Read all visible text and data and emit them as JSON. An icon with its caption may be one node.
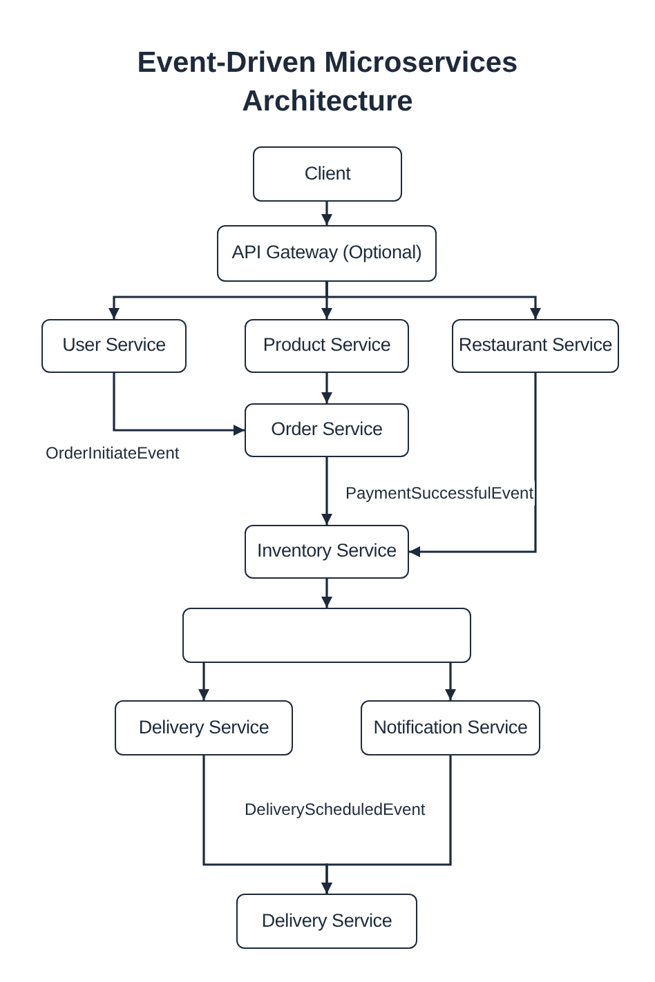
{
  "diagram": {
    "title": "Event-Driven Microservices Architecture",
    "nodes": [
      {
        "text": [
          "Client"
        ]
      },
      {
        "text": [
          "API Gateway (Optional)"
        ]
      },
      {
        "text": [
          "User Service"
        ]
      },
      {
        "text": [
          "Product Service"
        ]
      },
      {
        "text": [
          "Restaurant Service"
        ]
      },
      {
        "text": [
          "Order Service"
        ]
      },
      {
        "text": [
          "Inventory Service"
        ]
      },
      {
        "text": [],
        "shape": "box"
      },
      {
        "text": [
          "Delivery Service"
        ]
      },
      {
        "text": [
          "Notification Service"
        ]
      },
      {
        "text": [
          "Delivery Service"
        ]
      }
    ],
    "edges": [
      {
        "from": 0,
        "to": 1,
        "arrow": "to"
      },
      {
        "from": 1,
        "to": 2,
        "arrow": "to"
      },
      {
        "from": 1,
        "to": 3,
        "arrow": "to"
      },
      {
        "from": 1,
        "to": 4,
        "arrow": "to"
      },
      {
        "from": 2,
        "to": 5,
        "arrow": "to",
        "label": "OrderInitiateEvent"
      },
      {
        "from": 3,
        "to": 5,
        "arrow": "to"
      },
      {
        "from": 5,
        "to": 6,
        "arrow": "to",
        "label": "PaymentSuccessfulEvent"
      },
      {
        "from": 4,
        "to": 6,
        "arrow": "to"
      },
      {
        "from": 6,
        "to": 7,
        "arrow": "to"
      },
      {
        "from": 7,
        "to": 8,
        "arrow": "to"
      },
      {
        "from": 7,
        "to": 9,
        "arrow": "to"
      },
      {
        "from": 8,
        "to": 10,
        "arrow": "to"
      },
      {
        "from": 9,
        "to": 10,
        "arrow": "to"
      }
    ],
    "labels": [
      "DeliveryScheduledEvent"
    ]
  }
}
